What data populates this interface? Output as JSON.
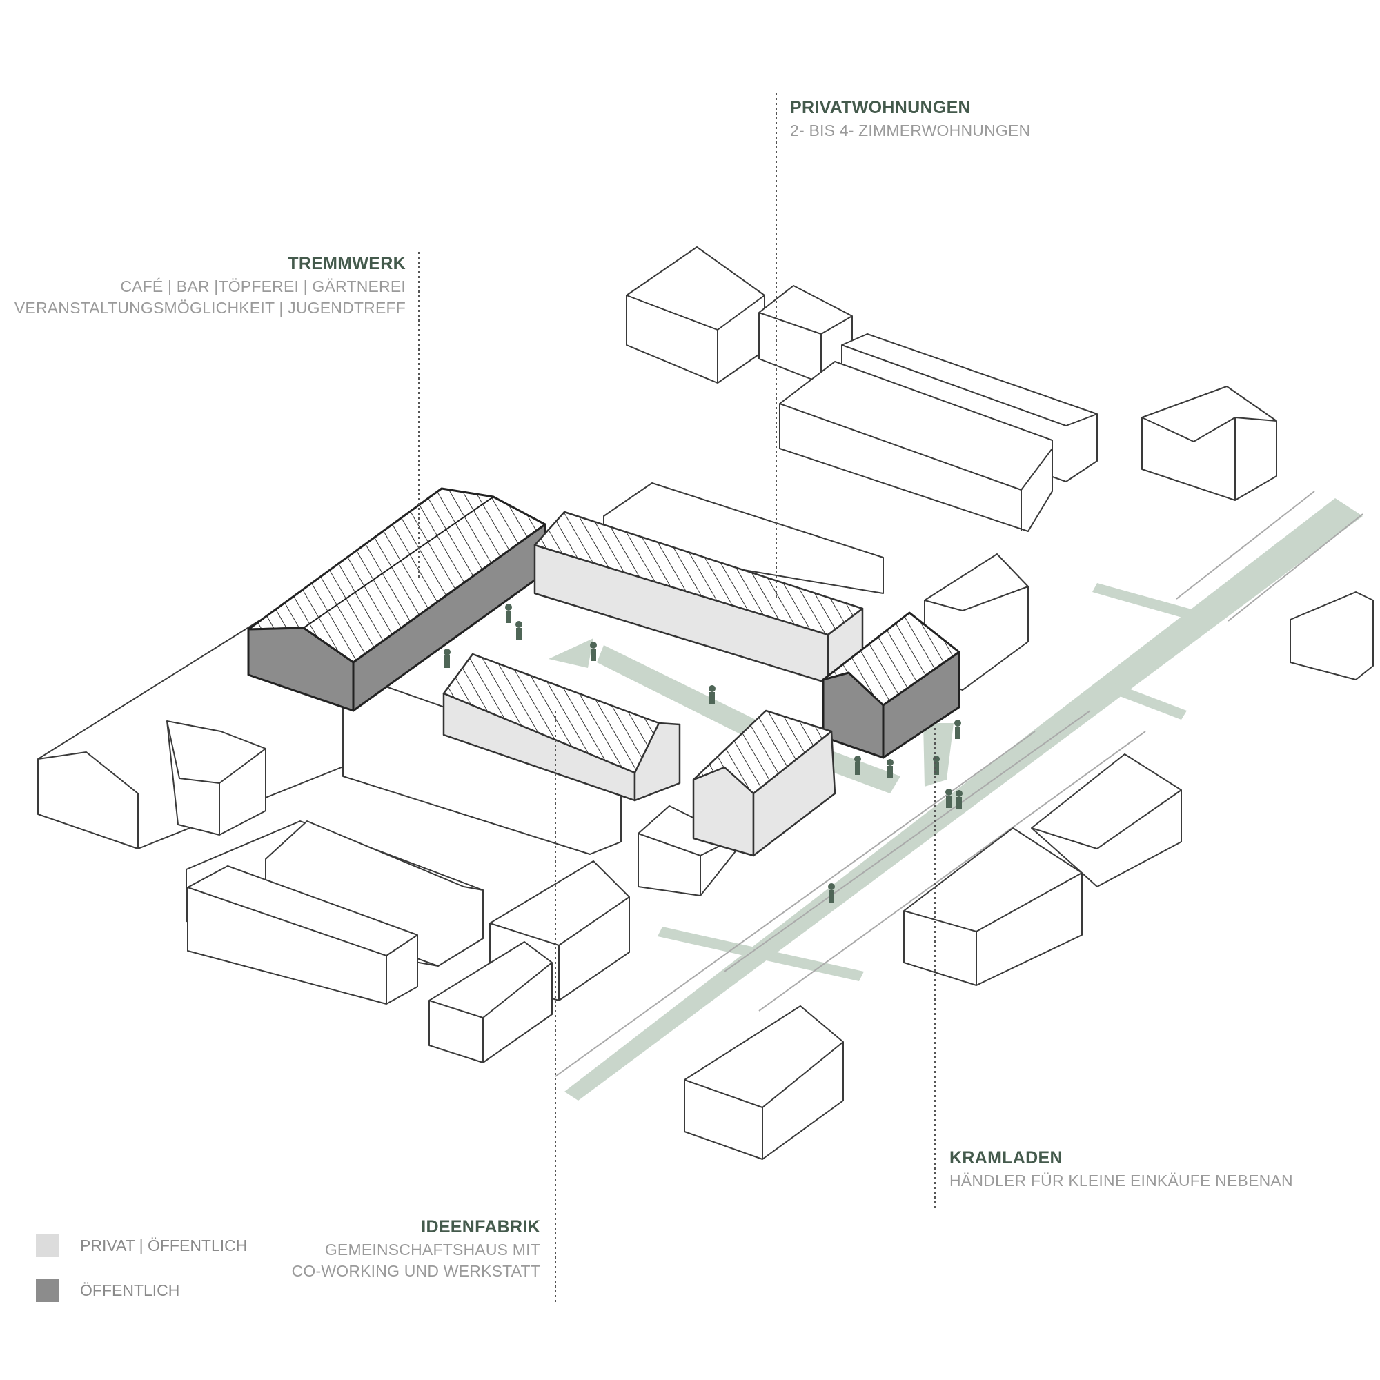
{
  "labels": {
    "tremmwerk": {
      "title": "TREMMWERK",
      "line1": "CAFÉ | BAR |TÖPFEREI | GÄRTNEREI",
      "line2": "VERANSTALTUNGSMÖGLICHKEIT | JUGENDTREFF"
    },
    "privatwohnungen": {
      "title": "PRIVATWOHNUNGEN",
      "line1": "2- BIS 4- ZIMMERWOHNUNGEN"
    },
    "kramladen": {
      "title": "KRAMLADEN",
      "line1": "HÄNDLER FÜR KLEINE EINKÄUFE NEBENAN"
    },
    "ideenfabrik": {
      "title": "IDEENFABRIK",
      "line1": "GEMEINSCHAFTSHAUS MIT",
      "line2": "CO-WORKING UND WERKSTATT"
    }
  },
  "legend": [
    {
      "label": "PRIVAT | ÖFFENTLICH",
      "color": "#dcdcdc"
    },
    {
      "label": "ÖFFENTLICH",
      "color": "#8c8c8c"
    }
  ],
  "colors": {
    "path_green": "#c9d6cb",
    "figure_green": "#4f6657",
    "outline": "#3a3a3a",
    "public_dark": "#8c8c8c",
    "semi_public_light": "#e6e6e6"
  }
}
